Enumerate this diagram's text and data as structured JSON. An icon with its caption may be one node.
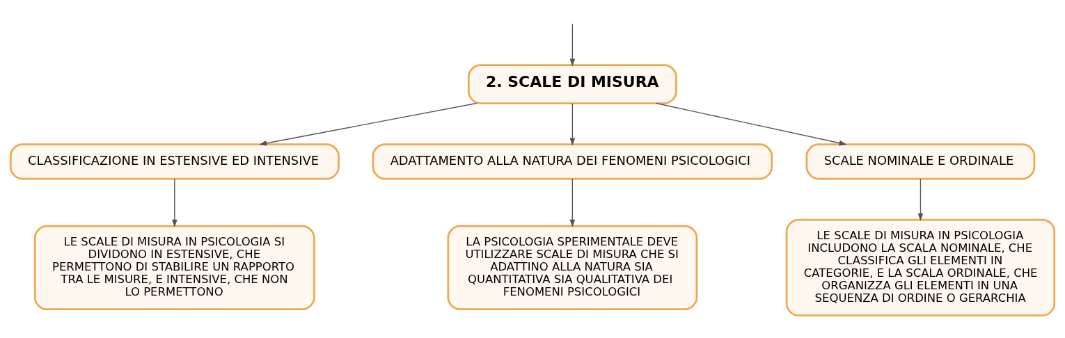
{
  "diagram": {
    "nodes": [
      {
        "text": [
          "2. SCALE DI MISURA"
        ]
      },
      {
        "text": [
          "CLASSIFICAZIONE IN ESTENSIVE ED INTENSIVE"
        ]
      },
      {
        "text": [
          "ADATTAMENTO ALLA NATURA DEI FENOMENI PSICOLOGICI"
        ]
      },
      {
        "text": [
          "SCALE NOMINALE E ORDINALE"
        ]
      },
      {
        "text": [
          "LE SCALE DI MISURA IN PSICOLOGIA SI DIVIDONO IN ESTENSIVE, CHE PERMETTONO DI STABILIRE UN RAPPORTO TRA LE MISURE, E INTENSIVE, CHE NON LO PERMETTONO"
        ]
      },
      {
        "text": [
          "LA PSICOLOGIA SPERIMENTALE DEVE UTILIZZARE SCALE DI MISURA CHE SI ADATTINO ALLA NATURA SIA QUANTITATIVA SIA QUALITATIVA DEI FENOMENI PSICOLOGICI"
        ]
      },
      {
        "text": [
          "LE SCALE DI MISURA IN PSICOLOGIA INCLUDONO LA SCALA NOMINALE, CHE CLASSIFICA GLI ELEMENTI IN CATEGORIE, E LA SCALA ORDINALE, CHE ORGANIZZA GLI ELEMENTI IN UNA SEQUENZA DI ORDINE O GERARCHIA"
        ]
      }
    ],
    "edges": [
      {
        "from": null,
        "to": 0,
        "arrow": "to"
      },
      {
        "from": 0,
        "to": 1,
        "arrow": "to"
      },
      {
        "from": 0,
        "to": 2,
        "arrow": "to"
      },
      {
        "from": 0,
        "to": 3,
        "arrow": "to"
      },
      {
        "from": 1,
        "to": 4,
        "arrow": "to"
      },
      {
        "from": 2,
        "to": 5,
        "arrow": "to"
      },
      {
        "from": 3,
        "to": 6,
        "arrow": "to"
      }
    ]
  }
}
